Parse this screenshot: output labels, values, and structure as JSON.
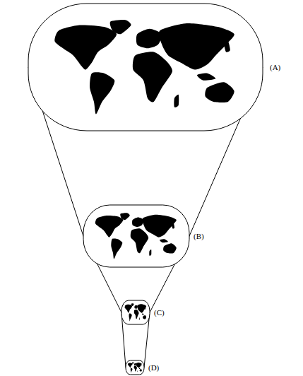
{
  "diagram": {
    "nodes": [
      {
        "text": [
          "(A)"
        ]
      },
      {
        "text": [
          "(B)"
        ]
      },
      {
        "text": [
          "(C)"
        ]
      },
      {
        "text": [
          "(D)"
        ]
      }
    ],
    "edges": [
      {
        "from": 0,
        "to": 1,
        "arrow": "none"
      },
      {
        "from": 1,
        "to": 2,
        "arrow": "none"
      },
      {
        "from": 2,
        "to": 3,
        "arrow": "none"
      }
    ]
  }
}
